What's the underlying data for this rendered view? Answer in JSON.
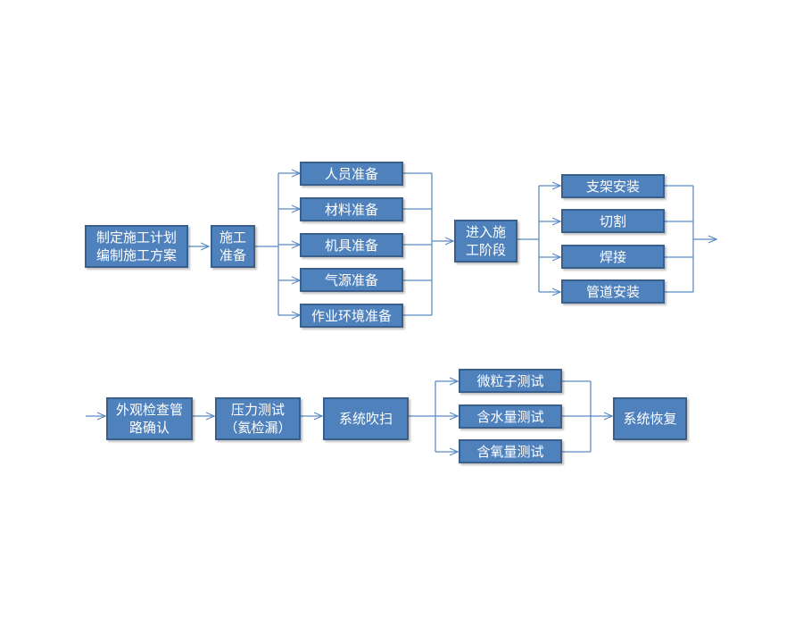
{
  "colors": {
    "box_fill": "#4f81bd",
    "box_border": "#3a5f8d",
    "connector": "#5b8bc4",
    "text": "#ffffff"
  },
  "row1": {
    "plan": "制定施工计划\n编制施工方案",
    "prep": "施工\n准备",
    "prep_items": [
      "人员准备",
      "材料准备",
      "机具准备",
      "气源准备",
      "作业环境准备"
    ],
    "stage": "进入施\n工阶段",
    "stage_items": [
      "支架安装",
      "切割",
      "焊接",
      "管道安装"
    ]
  },
  "row2": {
    "inspect": "外观检查管\n路确认",
    "pressure": "压力测试\n（氦检漏）",
    "purge": "系统吹扫",
    "tests": [
      "微粒子测试",
      "含水量测试",
      "含氧量测试"
    ],
    "restore": "系统恢复"
  }
}
